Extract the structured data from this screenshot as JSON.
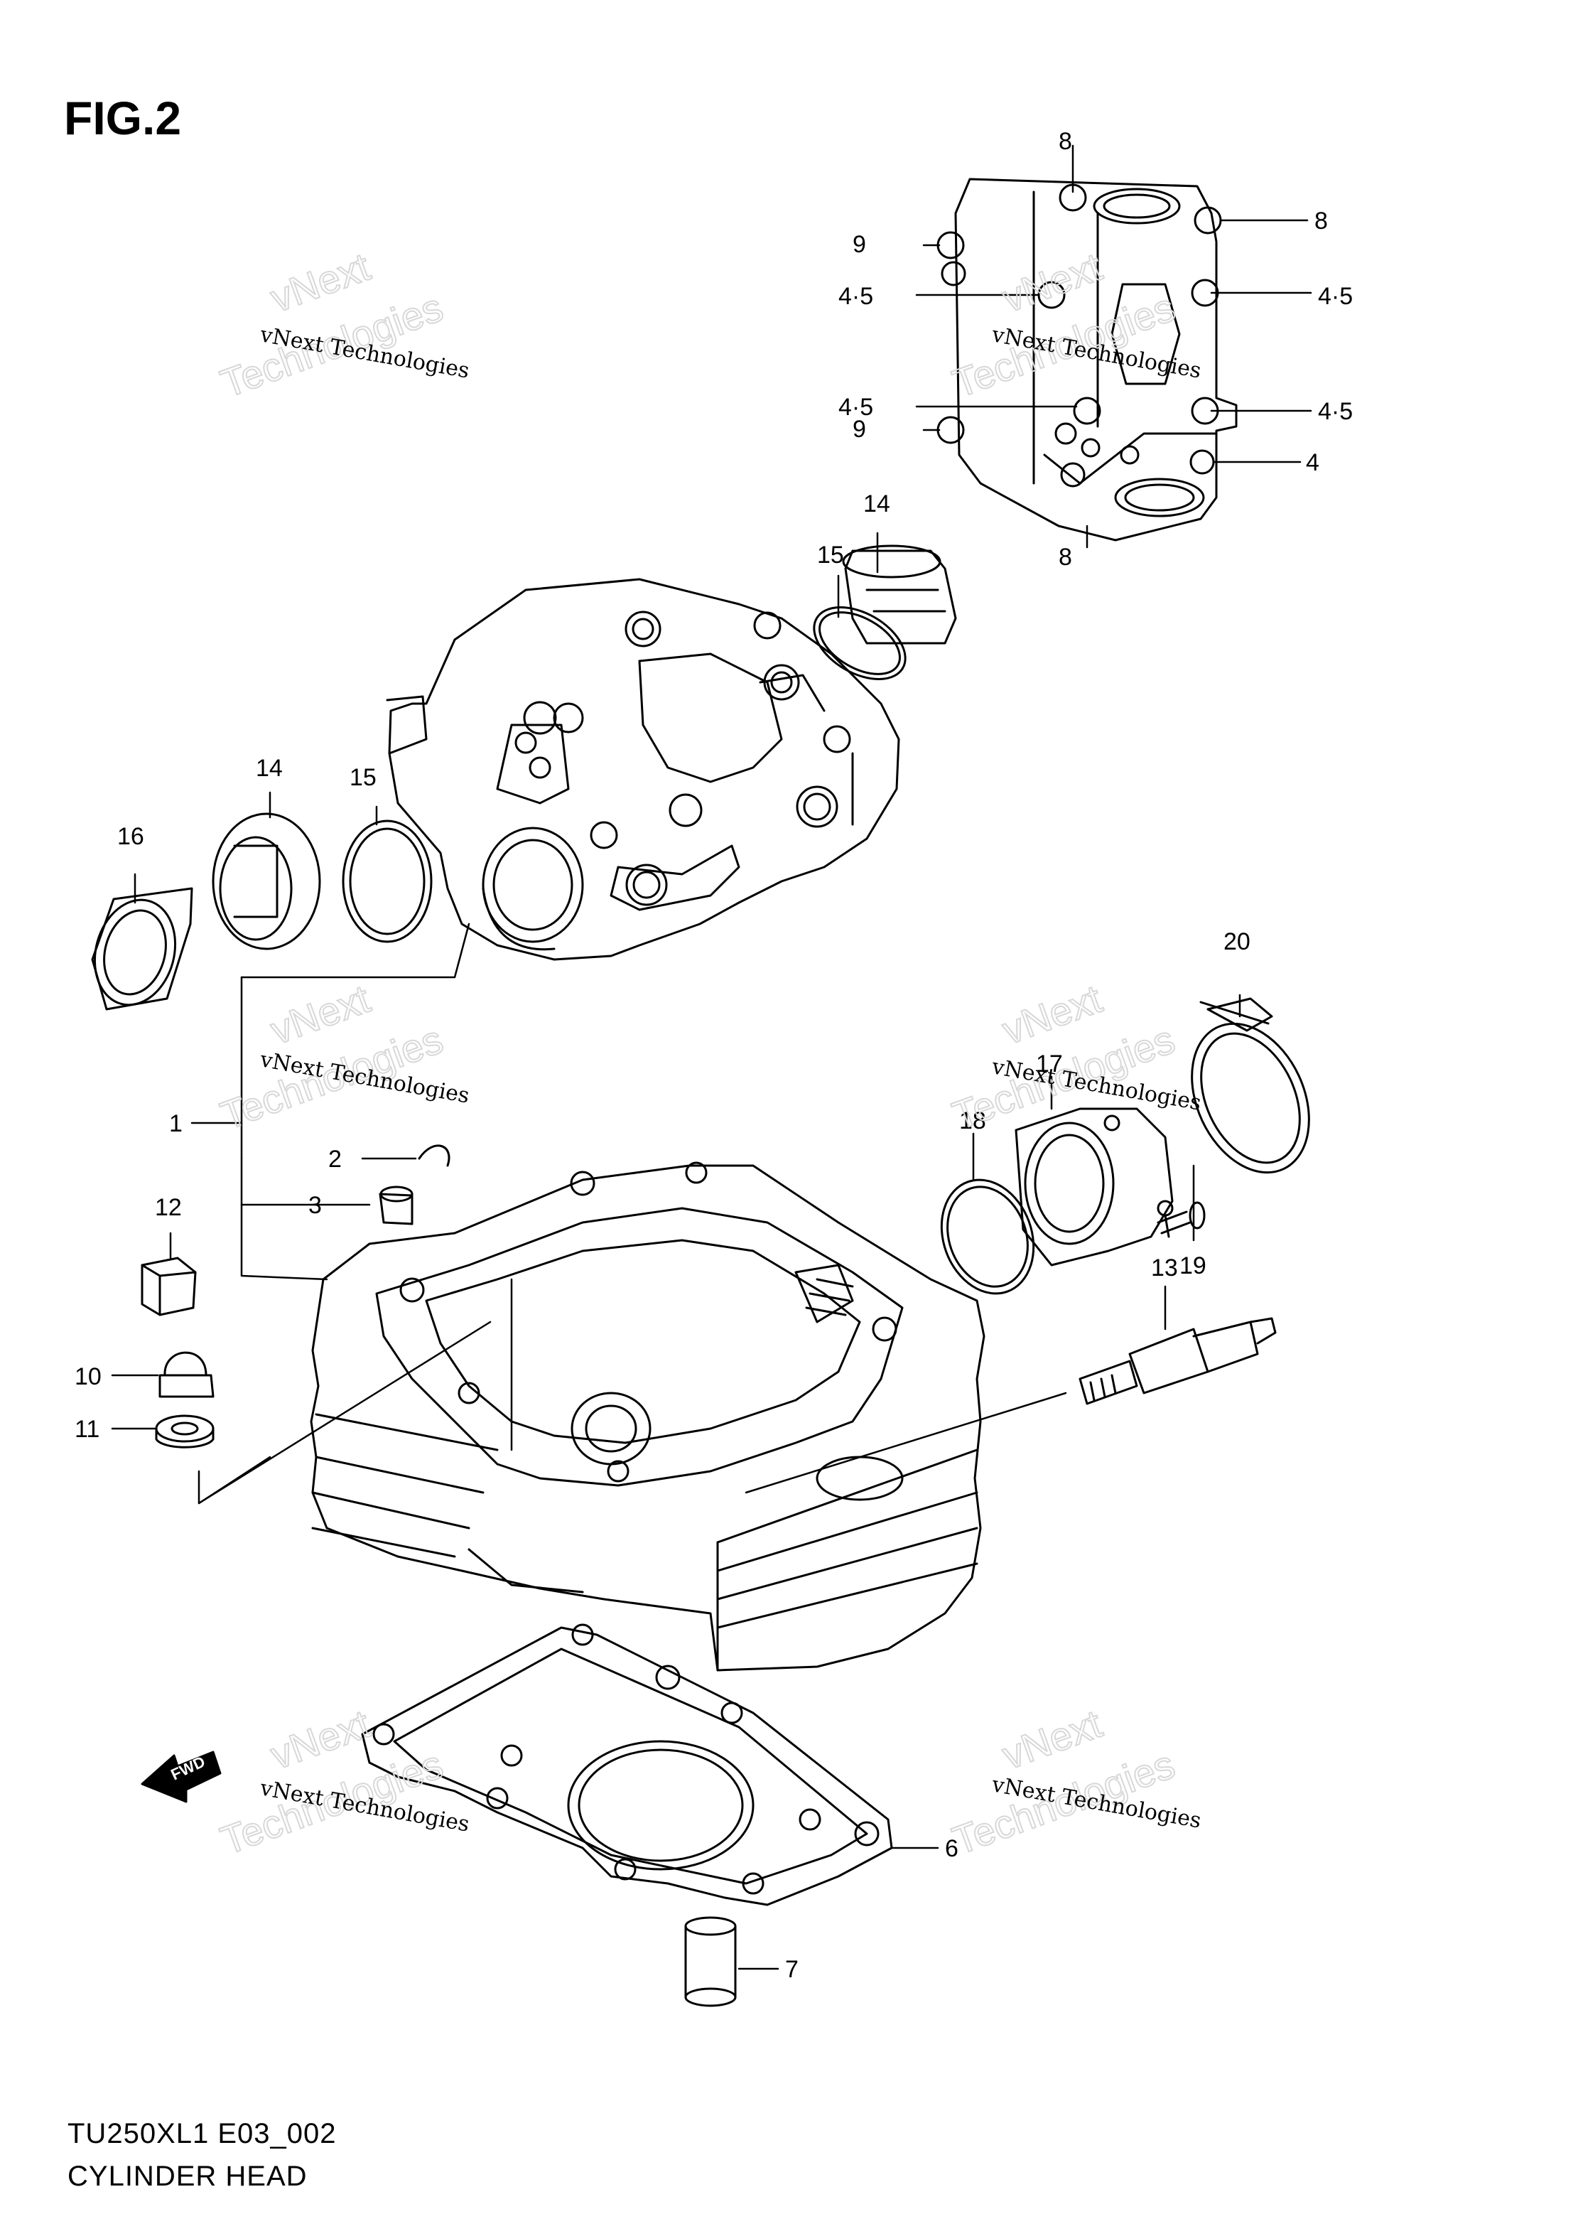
{
  "figure": {
    "title": "FIG.2"
  },
  "footer": {
    "code": "TU250XL1 E03_002",
    "caption": "CYLINDER HEAD"
  },
  "watermark": {
    "line1": "vNext Technologies",
    "line2": "vNext",
    "line3": "Technologies"
  },
  "fwd_label": "FWD",
  "callouts": {
    "c1": "1",
    "c2": "2",
    "c3": "3",
    "c4": "4",
    "c6": "6",
    "c7": "7",
    "c8a": "8",
    "c8b": "8",
    "c8c": "8",
    "c9a": "9",
    "c9b": "9",
    "c45a": "4·5",
    "c45b": "4·5",
    "c45c": "4·5",
    "c45d": "4·5",
    "c10": "10",
    "c11": "11",
    "c12": "12",
    "c13": "13",
    "c14a": "14",
    "c14b": "14",
    "c15a": "15",
    "c15b": "15",
    "c16": "16",
    "c17": "17",
    "c18": "18",
    "c19": "19",
    "c20": "20"
  }
}
